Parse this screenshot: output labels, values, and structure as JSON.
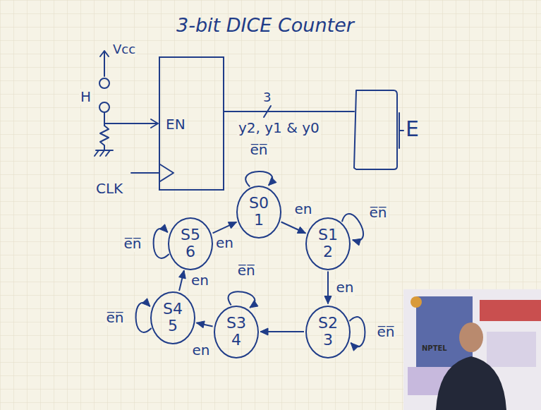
{
  "diagram": {
    "title": "3-bit DICE Counter",
    "nodes": [
      {
        "text": [
          "EN"
        ]
      },
      {
        "text": [
          "S0",
          "1"
        ]
      },
      {
        "text": [
          "S1",
          "2"
        ]
      },
      {
        "text": [
          "S2",
          "3"
        ]
      },
      {
        "text": [
          "S3",
          "4"
        ]
      },
      {
        "text": [
          "S4",
          "5"
        ]
      },
      {
        "text": [
          "S5",
          "6"
        ]
      }
    ],
    "edges": [
      {
        "from": 1,
        "to": 2,
        "label": "en",
        "arrow": "to"
      },
      {
        "from": 2,
        "to": 3,
        "label": "en",
        "arrow": "to"
      },
      {
        "from": 3,
        "to": 4,
        "arrow": "to"
      },
      {
        "from": 4,
        "to": 5,
        "label": "en",
        "arrow": "to"
      },
      {
        "from": 5,
        "to": 6,
        "label": "en",
        "arrow": "to"
      },
      {
        "from": 6,
        "to": 1,
        "label": "en",
        "arrow": "to"
      },
      {
        "from": 1,
        "to": 1,
        "label": "e̅n̅",
        "arrow": "to"
      },
      {
        "from": 2,
        "to": 2,
        "label": "e̅n̅",
        "arrow": "to"
      },
      {
        "from": 3,
        "to": 3,
        "label": "e̅n̅",
        "arrow": "to"
      },
      {
        "from": 4,
        "to": 4,
        "label": "e̅n̅",
        "arrow": "to"
      },
      {
        "from": 5,
        "to": 5,
        "label": "e̅n̅",
        "arrow": "to"
      },
      {
        "from": 6,
        "to": 6,
        "label": "e̅n̅",
        "arrow": "to"
      }
    ],
    "labels": [
      "Vcc",
      "H",
      "CLK",
      "3",
      "y2, y1 & y0",
      "E",
      "NPTEL"
    ]
  }
}
